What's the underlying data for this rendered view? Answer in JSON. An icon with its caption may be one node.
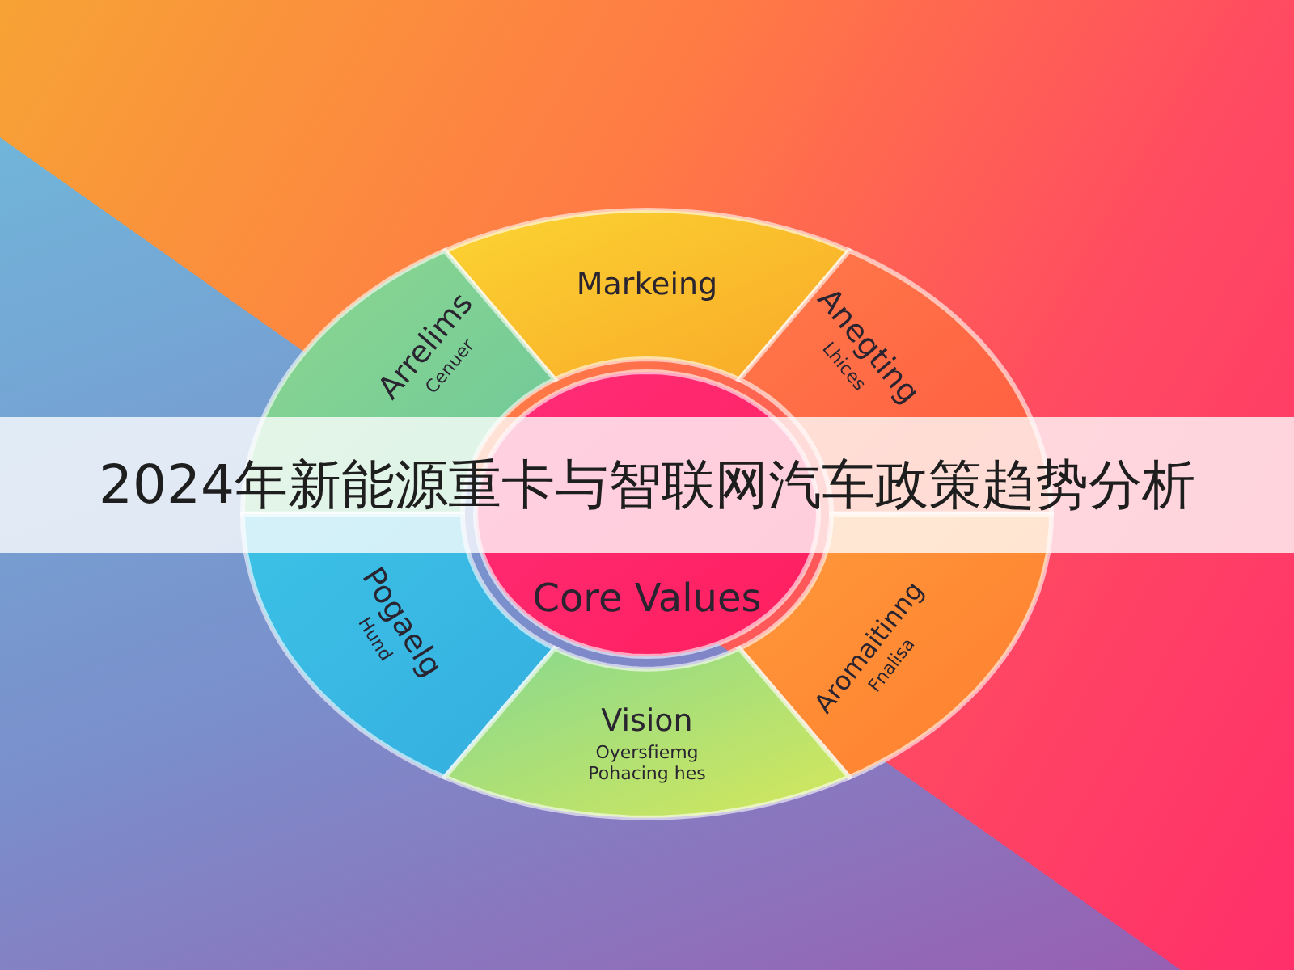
{
  "diagram": {
    "title": "2024年新能源重卡与智联网汽车政策趋势分析",
    "nodes": [
      {
        "text": [
          "Markeing"
        ]
      },
      {
        "text": [
          "Arrelims",
          "Cenuer"
        ]
      },
      {
        "text": [
          "Anegting",
          "Lhices"
        ]
      },
      {
        "text": [
          "Core Values"
        ]
      },
      {
        "text": [
          "Pogaelg",
          "Hund"
        ]
      },
      {
        "text": [
          "Aromaitinng",
          "Fnalisa"
        ]
      },
      {
        "text": [
          "Vision",
          "Oyersfiemg Pohacing hes"
        ]
      }
    ]
  }
}
